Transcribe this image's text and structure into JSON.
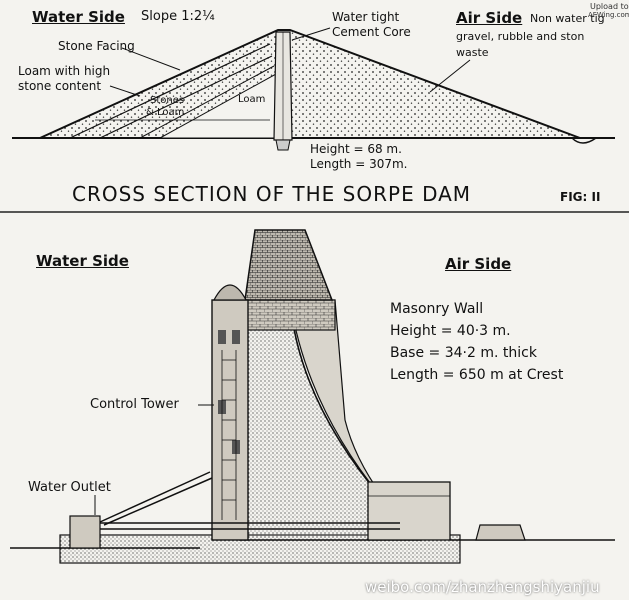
{
  "top": {
    "water_side": "Water Side",
    "slope": "Slope 1:2¼",
    "core": [
      "Water tight",
      "Cement Core"
    ],
    "air_side": "Air Side",
    "air_side_note": [
      "Non water tig",
      "gravel, rubble and ston",
      "waste"
    ],
    "stone_facing": "Stone Facing",
    "loam_high": [
      "Loam with high",
      "stone content"
    ],
    "stones_loam": [
      "Stones",
      "& Loam"
    ],
    "loam": "Loam",
    "height": "Height = 68 m.",
    "length": "Length = 307m."
  },
  "caption": {
    "title": "CROSS SECTION OF THE SORPE DAM",
    "fig": "FIG: II"
  },
  "bottom": {
    "water_side": "Water Side",
    "air_side": "Air Side",
    "specs": [
      "Masonry Wall",
      "Height = 40·3 m.",
      "Base = 34·2 m. thick",
      "Length = 650 m at Crest"
    ],
    "control_tower": "Control Tower",
    "water_outlet": "Water Outlet"
  },
  "watermark": {
    "upload": [
      "Upload to",
      "AFWing.com"
    ],
    "url": "weibo.com/zhanzhengshiyanjiu"
  }
}
